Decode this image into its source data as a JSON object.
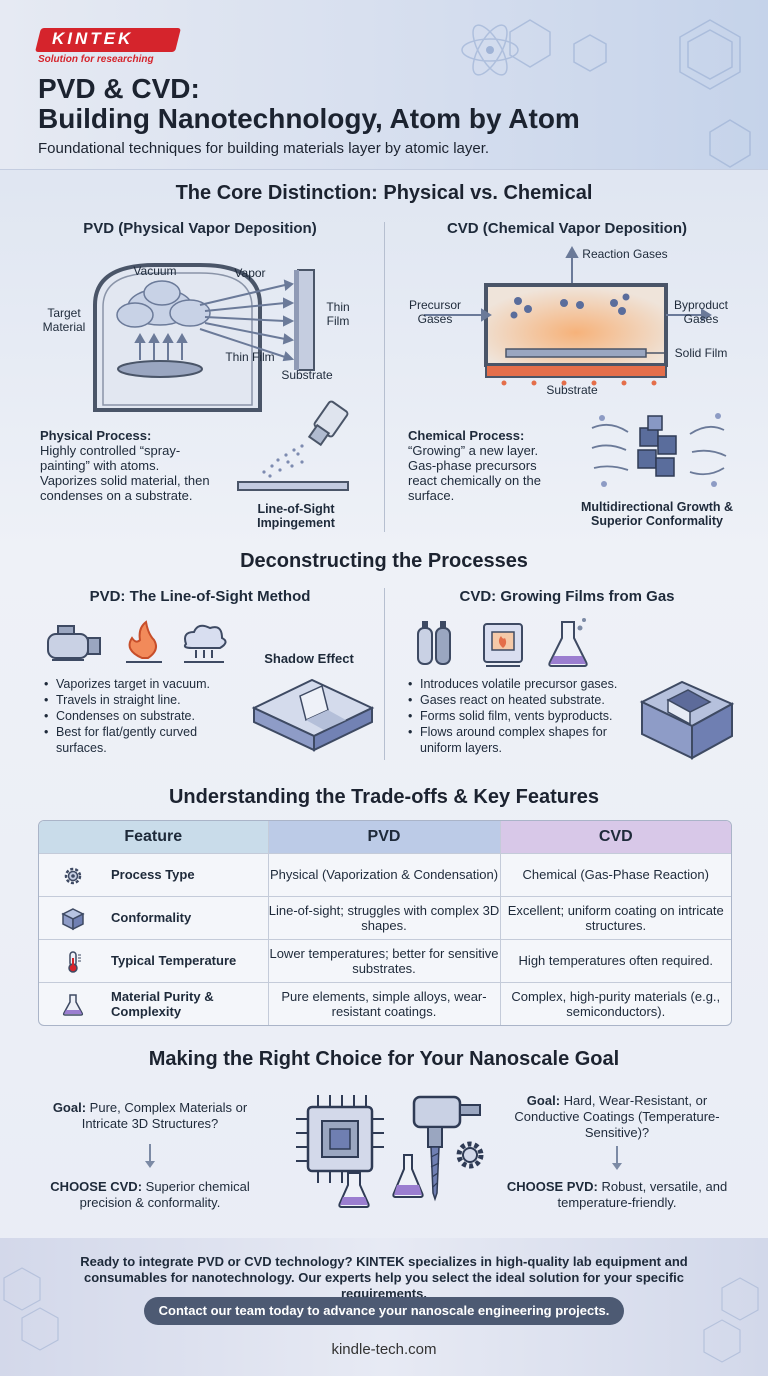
{
  "brand": {
    "logo": "KINTEK",
    "tagline": "Solution for researching"
  },
  "header": {
    "title_line1": "PVD & CVD:",
    "title_line2": "Building Nanotechnology, Atom by Atom",
    "subtitle": "Foundational techniques for building materials layer by atomic layer."
  },
  "core": {
    "heading": "The Core Distinction: Physical vs. Chemical",
    "pvd": {
      "title": "PVD (Physical Vapor Deposition)",
      "labels": {
        "vacuum": "Vacuum",
        "vapor": "Vapor",
        "target": "Target Material",
        "thin_film_right": "Thin Film",
        "thin_film_bottom": "Thin Film",
        "substrate": "Substrate"
      },
      "process_title": "Physical Process:",
      "process_text": "Highly controlled “spray-painting” with atoms. Vaporizes solid material, then condenses on a substrate.",
      "icon_caption": "Line-of-Sight Impingement"
    },
    "cvd": {
      "title": "CVD (Chemical Vapor Deposition)",
      "labels": {
        "reaction": "Reaction Gases",
        "precursor": "Precursor Gases",
        "byproduct": "Byproduct Gases",
        "solid_film": "Solid Film",
        "substrate": "Substrate"
      },
      "process_title": "Chemical Process:",
      "process_text": "“Growing” a new layer. Gas-phase precursors react chemically on the surface.",
      "icon_caption": "Multidirectional Growth & Superior Conformality"
    }
  },
  "deconstruct": {
    "heading": "Deconstructing the Processes",
    "pvd": {
      "title": "PVD: The Line-of-Sight Method",
      "shadow": "Shadow Effect",
      "bullets": [
        "Vaporizes target in vacuum.",
        "Travels in straight line.",
        "Condenses on substrate.",
        "Best for flat/gently curved surfaces."
      ]
    },
    "cvd": {
      "title": "CVD: Growing Films from Gas",
      "bullets": [
        "Introduces volatile precursor gases.",
        "Gases react on heated substrate.",
        "Forms solid film, vents byproducts.",
        "Flows around complex shapes for uniform layers."
      ]
    }
  },
  "tradeoffs": {
    "heading": "Understanding the Trade-offs & Key Features",
    "columns": [
      "Feature",
      "PVD",
      "CVD"
    ],
    "rows": [
      {
        "feature": "Process Type",
        "icon": "gear-icon",
        "pvd": "Physical (Vaporization & Condensation)",
        "cvd": "Chemical (Gas-Phase Reaction)"
      },
      {
        "feature": "Conformality",
        "icon": "cube-icon",
        "pvd": "Line-of-sight; struggles with complex 3D shapes.",
        "cvd": "Excellent; uniform coating on intricate structures."
      },
      {
        "feature": "Typical Temperature",
        "icon": "thermometer-icon",
        "pvd": "Lower temperatures; better for sensitive substrates.",
        "cvd": "High temperatures often required."
      },
      {
        "feature": "Material Purity & Complexity",
        "icon": "flask-icon",
        "pvd": "Pure elements, simple alloys, wear-resistant coatings.",
        "cvd": "Complex, high-purity materials (e.g., semiconductors)."
      }
    ]
  },
  "choice": {
    "heading": "Making the Right Choice for Your Nanoscale Goal",
    "left": {
      "goal_label": "Goal:",
      "goal_text": "Pure, Complex Materials or Intricate 3D Structures?",
      "choose_label": "CHOOSE CVD:",
      "choose_text": "Superior chemical precision & conformality."
    },
    "right": {
      "goal_label": "Goal:",
      "goal_text": "Hard, Wear-Resistant, or Conductive Coatings (Temperature-Sensitive)?",
      "choose_label": "CHOOSE PVD:",
      "choose_text": "Robust, versatile, and temperature-friendly."
    }
  },
  "footer": {
    "text": "Ready to integrate PVD or CVD technology? KINTEK specializes in high-quality lab equipment and consumables for nanotechnology. Our experts help you select the ideal solution for your specific requirements.",
    "cta": "Contact our team today to advance your nanoscale engineering projects.",
    "url": "kindle-tech.com"
  },
  "colors": {
    "brand_red": "#d5242c",
    "pvd_header": "#b9c8e6",
    "cvd_header": "#d6c6e6",
    "feature_header": "#c7dbe9"
  }
}
